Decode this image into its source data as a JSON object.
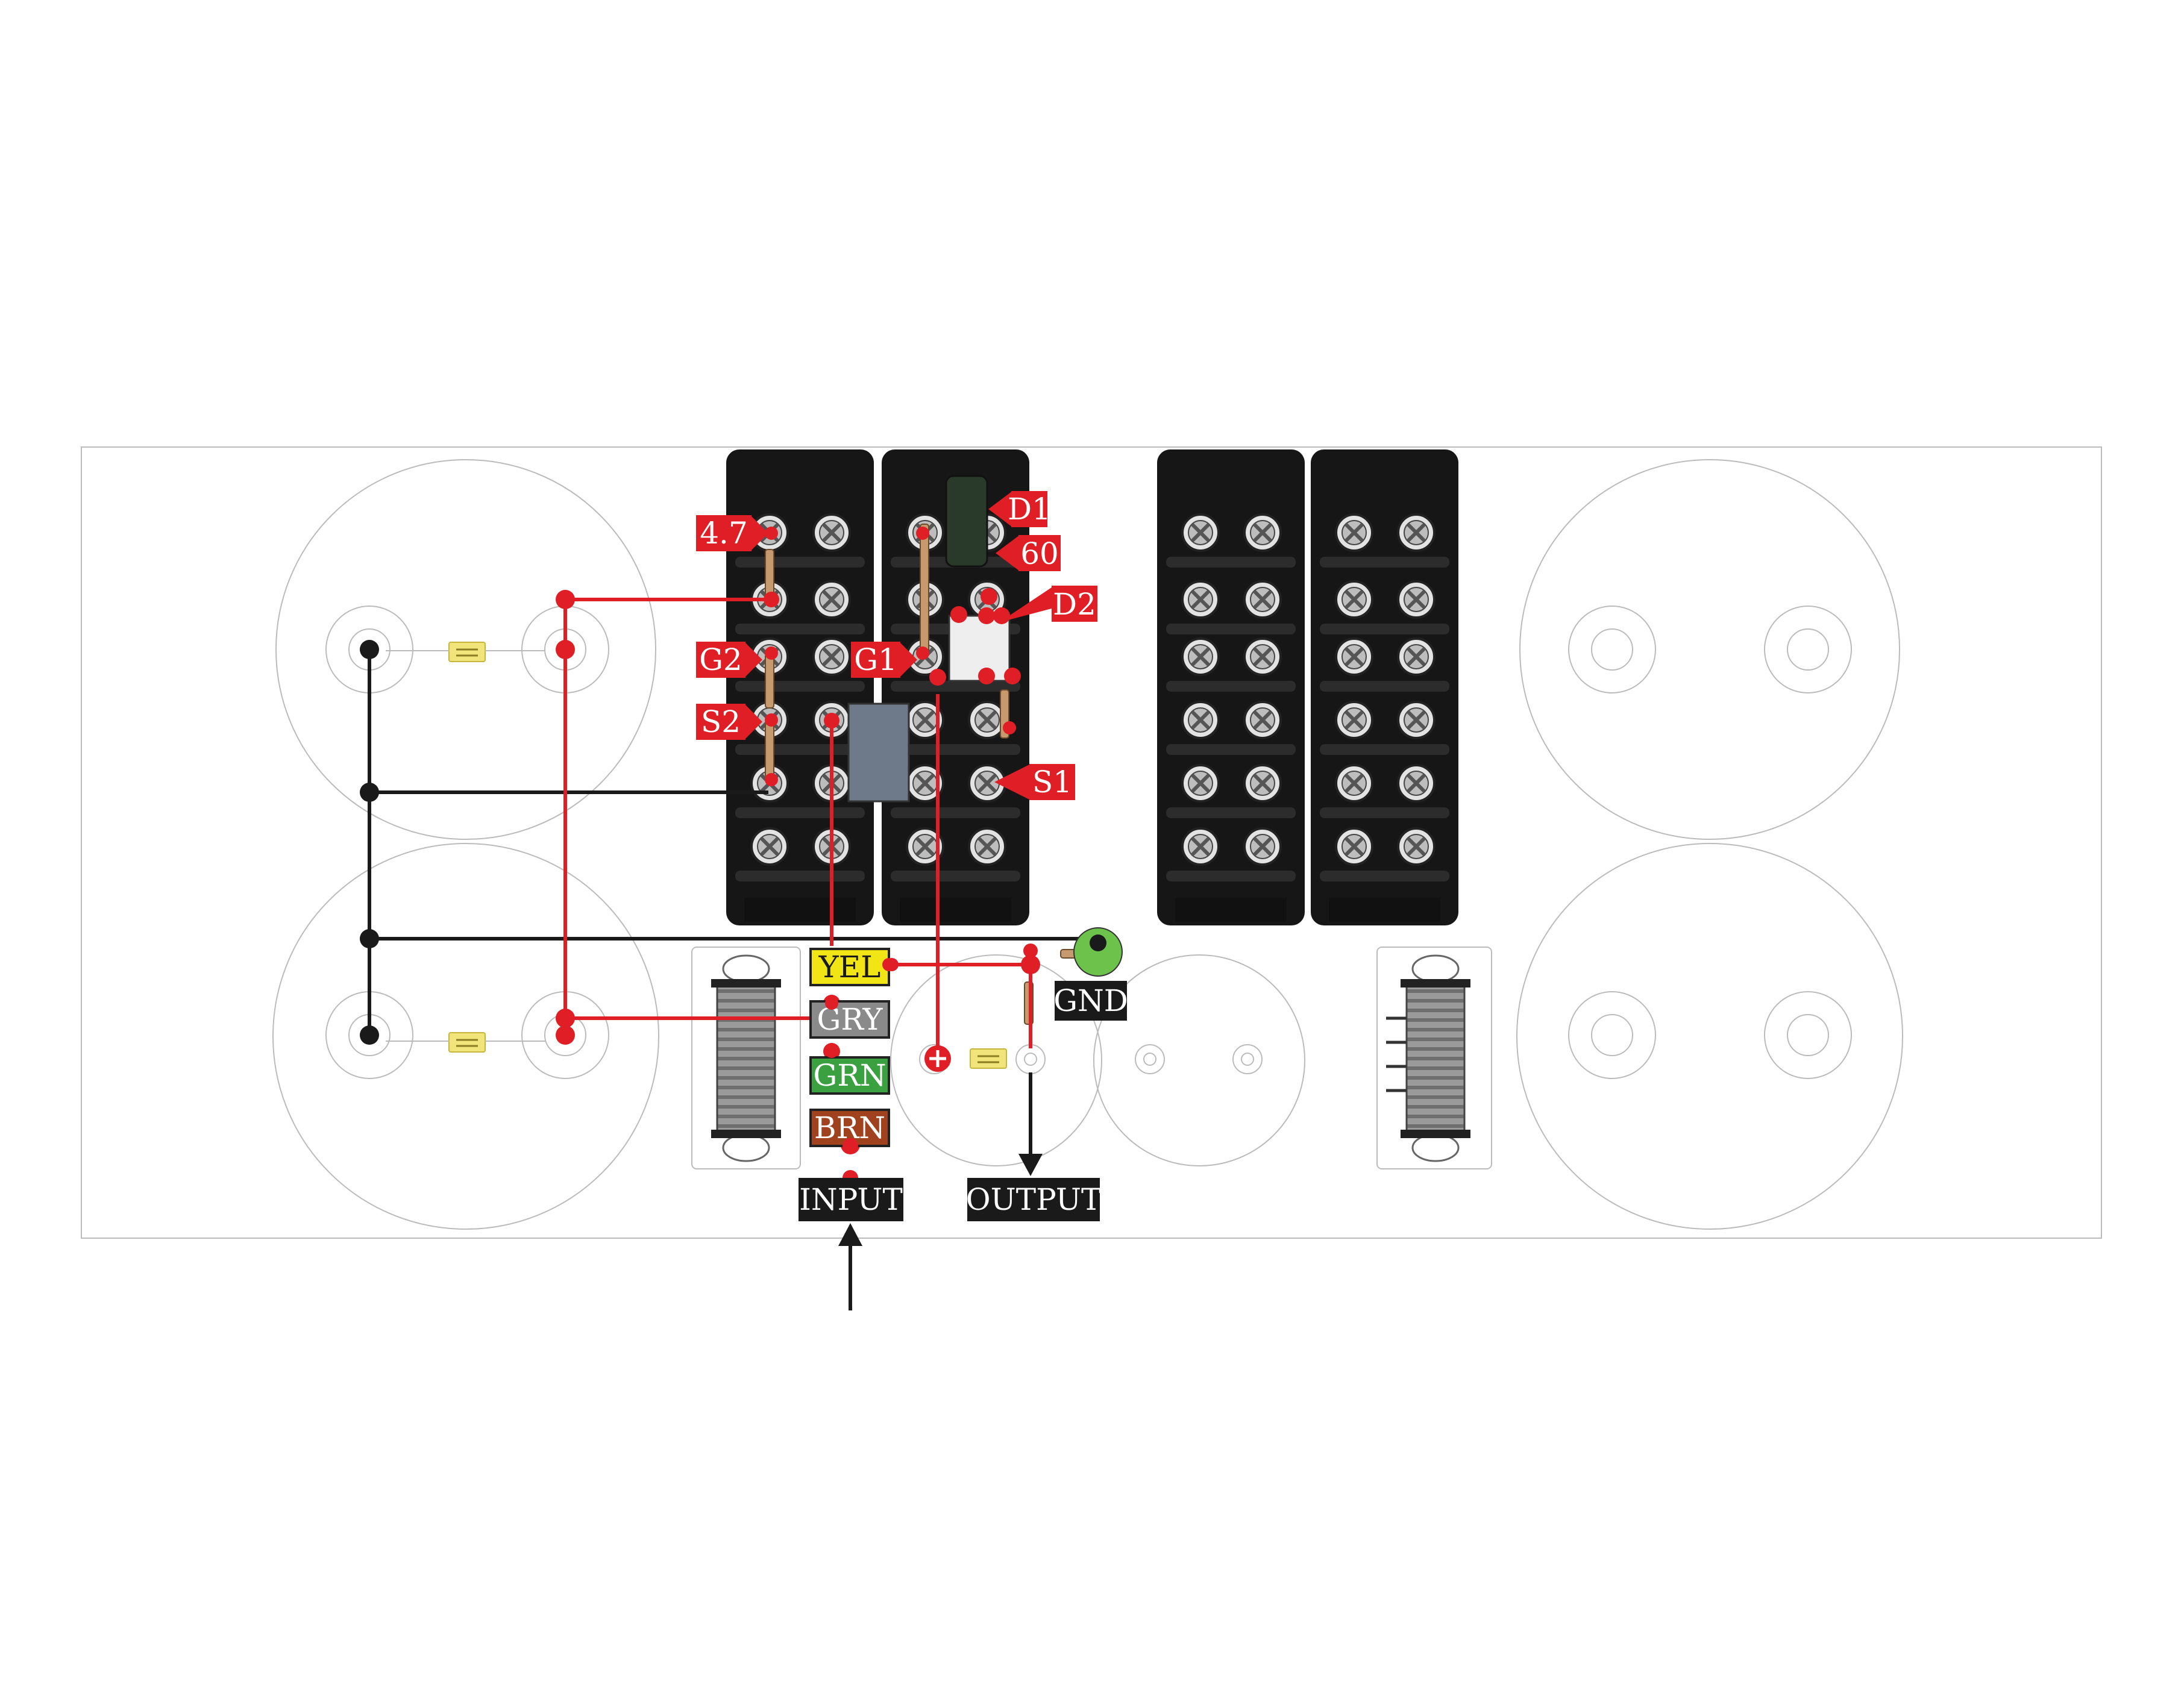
{
  "labels": {
    "d1": "D1",
    "val60": "60",
    "d2": "D2",
    "r47": "4.7",
    "g2": "G2",
    "g1": "G1",
    "s2": "S2",
    "s1": "S1",
    "gnd": "GND",
    "input": "INPUT",
    "output": "OUTPUT"
  },
  "wires": {
    "yel": "YEL",
    "gry": "GRY",
    "grn": "GRN",
    "brn": "BRN"
  },
  "colors": {
    "red_wire": "#e01e26",
    "black_wire": "#1a1a1a",
    "label_red": "#e01e26",
    "label_black": "#1a1a1a",
    "yel": "#f2e515",
    "gry": "#8a8a8a",
    "grn": "#3aa040",
    "brn": "#a1421f",
    "gnd_dot": "#6cc24a"
  }
}
